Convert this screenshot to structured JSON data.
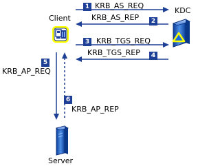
{
  "nodes": {
    "client": {
      "label": "Client"
    },
    "kdc": {
      "label": "KDC"
    },
    "server": {
      "label": "Server"
    }
  },
  "messages": [
    {
      "step": "1",
      "label": "KRB_AS_REQ"
    },
    {
      "step": "2",
      "label": "KRB_AS_REP"
    },
    {
      "step": "3",
      "label": "KRB_TGS_REQ"
    },
    {
      "step": "4",
      "label": "KRB_TGS_REP"
    },
    {
      "step": "5",
      "label": "KRB_AP_REQ"
    },
    {
      "step": "6",
      "label": "KRB_AP_REP"
    }
  ],
  "colors": {
    "arrow": "#1e3f96",
    "badge": "#1e3f96",
    "server_body": "#1f5bb8",
    "kdc_triangle": "#ffff00"
  }
}
